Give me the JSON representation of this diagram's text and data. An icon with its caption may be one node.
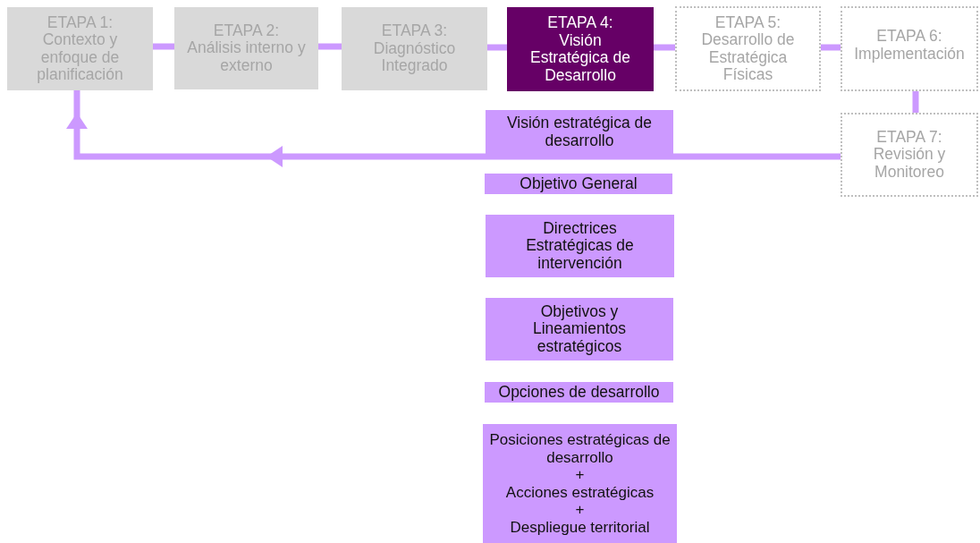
{
  "diagram": {
    "nodes": [
      {
        "text": [
          "ETAPA 1:",
          "Contexto y enfoque de planificación"
        ]
      },
      {
        "text": [
          "ETAPA 2:",
          "Análisis interno y externo"
        ]
      },
      {
        "text": [
          "ETAPA 3:",
          "Diagnóstico Integrado"
        ]
      },
      {
        "text": [
          "ETAPA 4:",
          "Visión Estratégica de Desarrollo"
        ]
      },
      {
        "text": [
          "ETAPA 5:",
          "Desarrollo de Estratégica Físicas"
        ]
      },
      {
        "text": [
          "ETAPA 6:",
          "Implementación"
        ]
      },
      {
        "text": [
          "ETAPA 7:",
          "Revisión y Monitoreo"
        ]
      },
      {
        "text": [
          "Visión estratégica de desarrollo"
        ]
      },
      {
        "text": [
          "Objetivo General"
        ]
      },
      {
        "text": [
          "Directrices Estratégicas de intervención"
        ]
      },
      {
        "text": [
          "Objetivos y Lineamientos estratégicos"
        ]
      },
      {
        "text": [
          "Opciones de desarrollo"
        ]
      },
      {
        "text": [
          "Posiciones estratégicas de desarrollo",
          "+",
          "Acciones estratégicas",
          "+",
          "Despliegue territorial"
        ]
      }
    ],
    "edges": [
      {
        "from": 0,
        "to": 1,
        "arrow": "none"
      },
      {
        "from": 1,
        "to": 2,
        "arrow": "none"
      },
      {
        "from": 2,
        "to": 3,
        "arrow": "none"
      },
      {
        "from": 3,
        "to": 4,
        "arrow": "none"
      },
      {
        "from": 4,
        "to": 5,
        "arrow": "none"
      },
      {
        "from": 5,
        "to": 6,
        "arrow": "none"
      },
      {
        "from": 6,
        "to": 0,
        "arrow": "to"
      }
    ]
  }
}
